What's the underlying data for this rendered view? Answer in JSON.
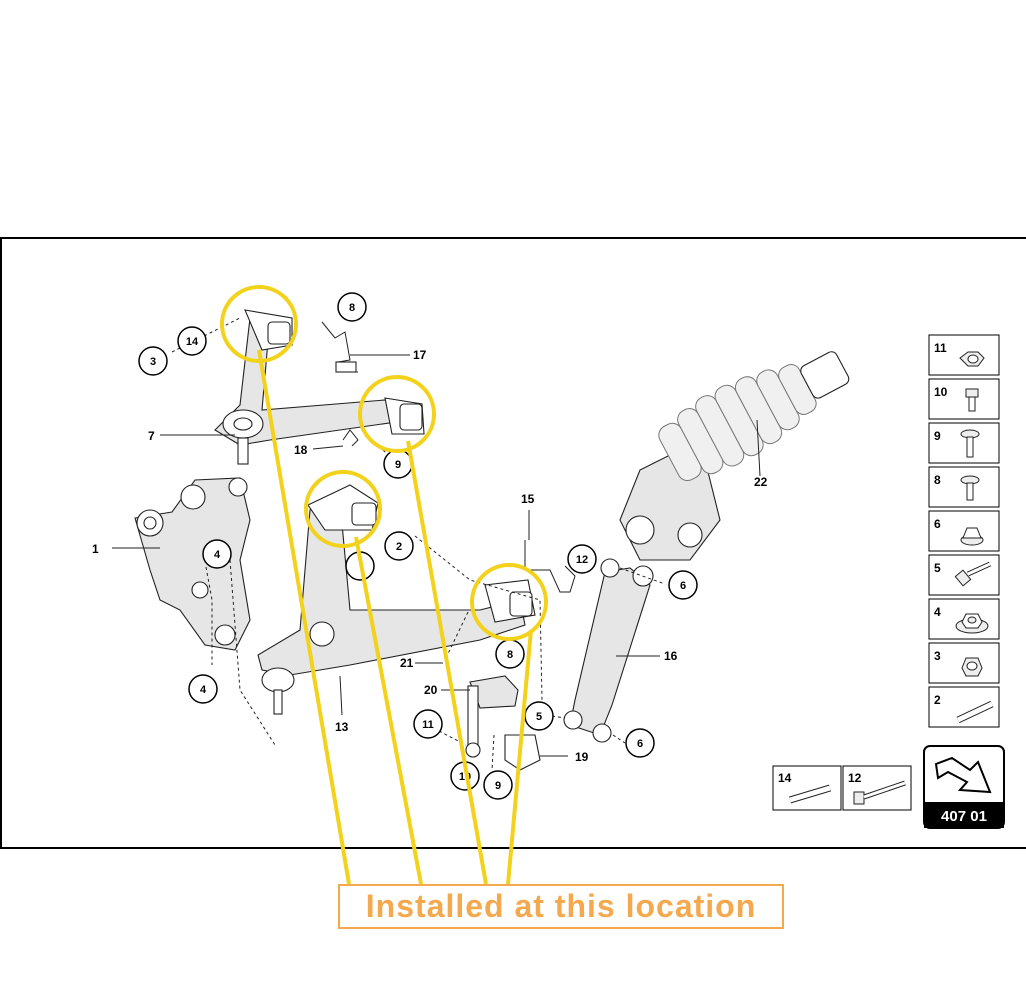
{
  "diagram": {
    "callouts": {
      "c14": "14",
      "c3": "3",
      "c8_top": "8",
      "c9_top": "9",
      "c4_a": "4",
      "c4_b": "4",
      "c2": "2",
      "c12": "12",
      "c6_a": "6",
      "c6_b": "6",
      "c8_mid": "8",
      "c5": "5",
      "c11": "11",
      "c10": "10",
      "c9_bot": "9"
    },
    "labels": {
      "l17": "17",
      "l7": "7",
      "l18": "18",
      "l22": "22",
      "l1": "1",
      "l15": "15",
      "l16": "16",
      "l21": "21",
      "l20": "20",
      "l13": "13",
      "l19": "19"
    },
    "legend": [
      {
        "num": "11",
        "icon": "nut-icon"
      },
      {
        "num": "10",
        "icon": "bolt-short-icon"
      },
      {
        "num": "9",
        "icon": "screw-icon"
      },
      {
        "num": "8",
        "icon": "screw-icon"
      },
      {
        "num": "6",
        "icon": "flange-nut-icon"
      },
      {
        "num": "5",
        "icon": "long-bolt-icon"
      },
      {
        "num": "4",
        "icon": "washer-nut-icon"
      },
      {
        "num": "3",
        "icon": "lock-nut-icon"
      },
      {
        "num": "2",
        "icon": "pin-icon"
      }
    ],
    "bottom_legend": [
      {
        "num": "14",
        "icon": "pin-icon"
      },
      {
        "num": "12",
        "icon": "long-bolt-icon"
      }
    ],
    "badge": {
      "code": "407 01",
      "icon": "direction-arrow-icon"
    }
  },
  "caption": {
    "text": "Installed at this location"
  },
  "colors": {
    "highlight": "#f2d21b",
    "caption": "#f4a94e"
  }
}
